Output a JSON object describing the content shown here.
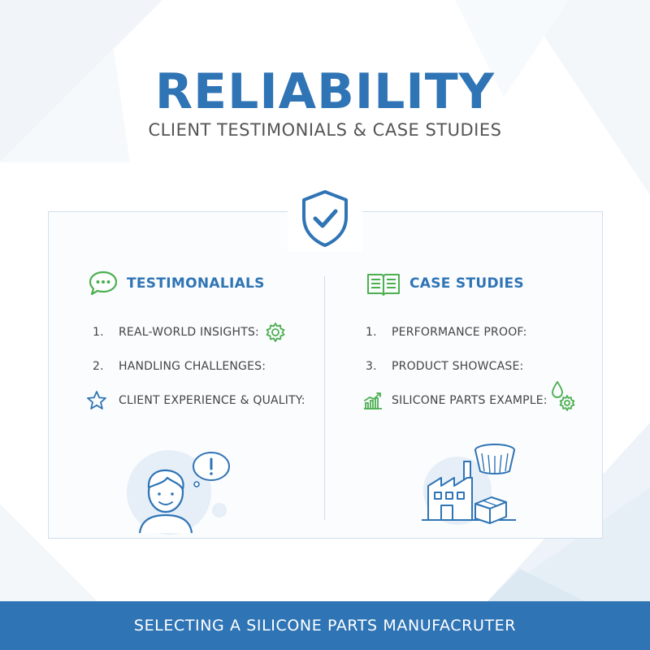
{
  "header": {
    "title": "RELIABILITY",
    "subtitle": "CLIENT TESTIMONIALS & CASE STUDIES"
  },
  "colors": {
    "primary": "#2f74b5",
    "accent_green": "#4caf50",
    "card_border": "#cfe0ee"
  },
  "testimonials": {
    "heading": "TESTIMONALIALS",
    "icon": "chat-bubble-icon",
    "items": [
      {
        "marker": "1.",
        "label": "REAL-WORLD INSIGHTS:",
        "icon": "gear-icon"
      },
      {
        "marker": "2.",
        "label": "HANDLING CHALLENGES:"
      },
      {
        "marker_icon": "star-icon",
        "label": "CLIENT EXPERIENCE & QUALITY:"
      }
    ],
    "illustration": "person-thinking-illustration"
  },
  "case_studies": {
    "heading": "CASE STUDIES",
    "icon": "open-book-icon",
    "items": [
      {
        "marker": "1.",
        "label": "PERFORMANCE PROOF:"
      },
      {
        "marker": "3.",
        "label": "PRODUCT SHOWCASE:"
      },
      {
        "marker_icon": "growth-chart-icon",
        "label": "SILICONE PARTS EXAMPLE:",
        "icon": "droplet-gear-icon"
      }
    ],
    "illustration": "factory-illustration"
  },
  "footer": {
    "text": "SELECTING A SILICONE PARTS MANUFACRUTER"
  }
}
